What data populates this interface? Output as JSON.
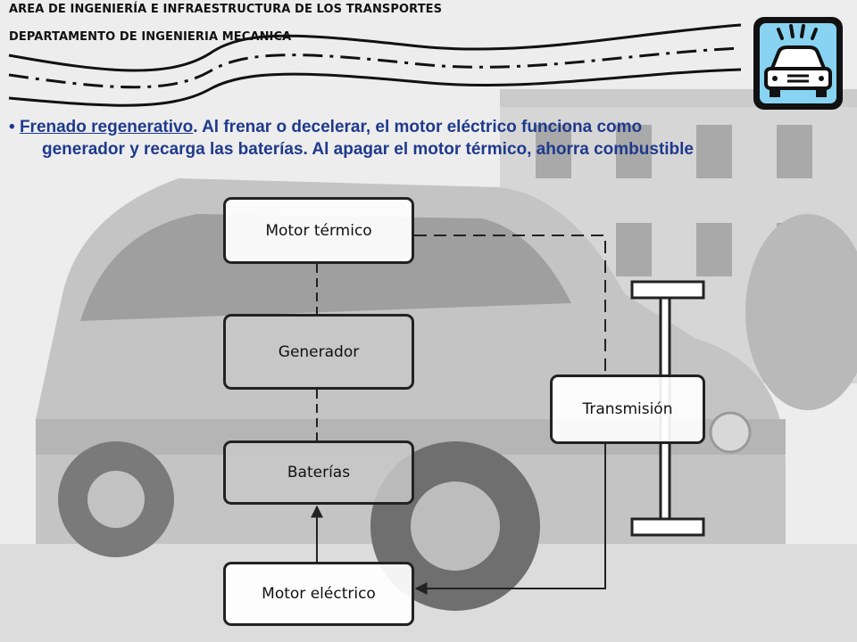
{
  "header": {
    "line1": "AREA DE INGENIERÍA E INFRAESTRUCTURA DE LOS TRANSPORTES",
    "line2": "DEPARTAMENTO DE INGENIERIA MECANICA"
  },
  "logo": {
    "icon": "car-icon",
    "background": "#87d3f1"
  },
  "bullet": {
    "marker": "•",
    "title": "Frenado regenerativo",
    "text1": ". Al frenar o decelerar, el motor eléctrico funciona como",
    "text2": "generador y recarga las baterías. Al apagar el motor térmico, ahorra combustible",
    "color": "#1f3a8c"
  },
  "diagram": {
    "boxes": {
      "motor_termico": "Motor térmico",
      "generador": "Generador",
      "baterias": "Baterías",
      "motor_electrico": "Motor eléctrico",
      "transmision": "Transmisión"
    }
  }
}
